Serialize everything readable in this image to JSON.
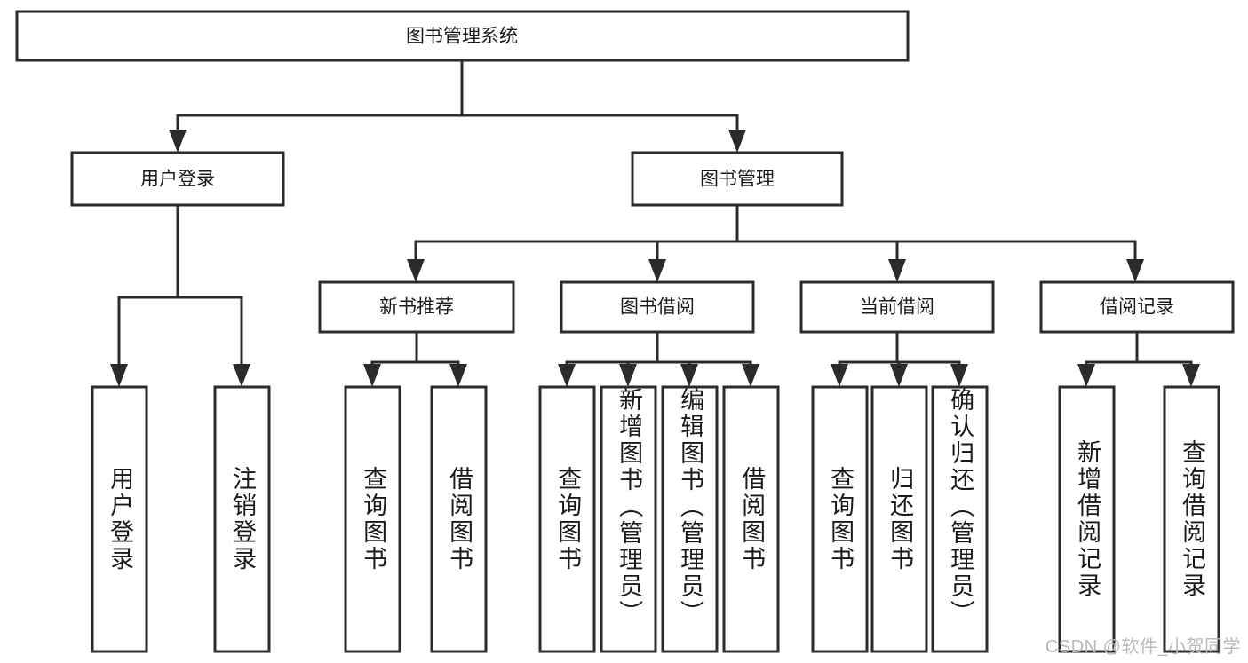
{
  "diagram": {
    "title": "图书管理系统",
    "type": "hierarchy-tree",
    "root": {
      "label": "图书管理系统",
      "orientation": "horizontal"
    },
    "level2": [
      {
        "label": "用户登录"
      },
      {
        "label": "图书管理"
      }
    ],
    "level3": [
      {
        "label": "新书推荐"
      },
      {
        "label": "图书借阅"
      },
      {
        "label": "当前借阅"
      },
      {
        "label": "借阅记录"
      }
    ],
    "leaves": {
      "user_login": [
        {
          "label": "用户登录"
        },
        {
          "label": "注销登录"
        }
      ],
      "new_book_recommend": [
        {
          "label": "查询图书"
        },
        {
          "label": "借阅图书"
        }
      ],
      "book_borrow": [
        {
          "label": "查询图书"
        },
        {
          "label": "新增图书（管理员）"
        },
        {
          "label": "编辑图书（管理员）"
        },
        {
          "label": "借阅图书"
        }
      ],
      "current_borrow": [
        {
          "label": "查询图书"
        },
        {
          "label": "归还图书"
        },
        {
          "label": "确认归还（管理员）"
        }
      ],
      "borrow_record": [
        {
          "label": "新增借阅记录"
        },
        {
          "label": "查询借阅记录"
        }
      ]
    }
  },
  "watermark": {
    "text": "CSDN @软件_小贺同学"
  },
  "colors": {
    "stroke": "#2b2b2b",
    "box_fill": "#ffffff",
    "text": "#1a1a1a",
    "watermark": "#b9b9b9",
    "background": "#ffffff"
  }
}
